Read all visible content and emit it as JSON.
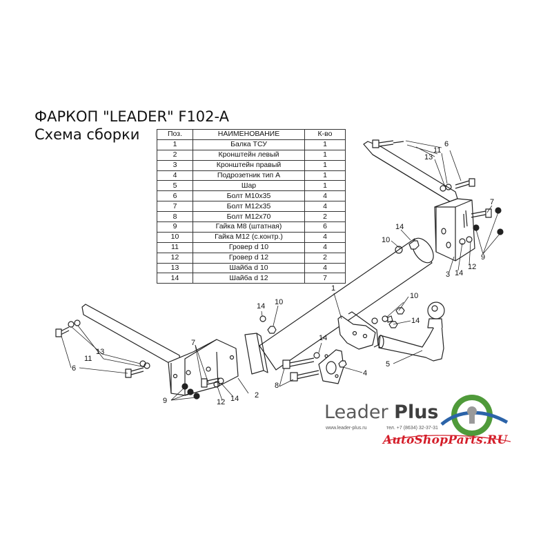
{
  "title": "ФАРКОП \"LEADER\" F102-A",
  "subtitle": "Схема сборки",
  "table": {
    "headers": [
      "Поз.",
      "НАИМЕНОВАНИЕ",
      "К-во"
    ],
    "rows": [
      [
        "1",
        "Балка ТСУ",
        "1"
      ],
      [
        "2",
        "Кронштейн левый",
        "1"
      ],
      [
        "3",
        "Кронштейн правый",
        "1"
      ],
      [
        "4",
        "Подрозетник тип А",
        "1"
      ],
      [
        "5",
        "Шар",
        "1"
      ],
      [
        "6",
        "Болт М10х35",
        "4"
      ],
      [
        "7",
        "Болт М12х35",
        "4"
      ],
      [
        "8",
        "Болт М12х70",
        "2"
      ],
      [
        "9",
        "Гайка  М8 (штатная)",
        "6"
      ],
      [
        "10",
        "Гайка М12 (с.контр.)",
        "4"
      ],
      [
        "11",
        "Гровер d 10",
        "4"
      ],
      [
        "12",
        "Гровер d 12",
        "2"
      ],
      [
        "13",
        "Шайба d 10",
        "4"
      ],
      [
        "14",
        "Шайба d 12",
        "7"
      ]
    ]
  },
  "callouts": [
    {
      "id": "c-6-right",
      "text": "6"
    },
    {
      "id": "c-11-right",
      "text": "11"
    },
    {
      "id": "c-13-right",
      "text": "13"
    },
    {
      "id": "c-7-right",
      "text": "7"
    },
    {
      "id": "c-14-right-top",
      "text": "14"
    },
    {
      "id": "c-10-right-top",
      "text": "10"
    },
    {
      "id": "c-3",
      "text": "3"
    },
    {
      "id": "c-14-right",
      "text": "14"
    },
    {
      "id": "c-12-right",
      "text": "12"
    },
    {
      "id": "c-9-right",
      "text": "9"
    },
    {
      "id": "c-1",
      "text": "1"
    },
    {
      "id": "c-14-mid",
      "text": "14"
    },
    {
      "id": "c-10-mid",
      "text": "10"
    },
    {
      "id": "c-10-ball",
      "text": "10"
    },
    {
      "id": "c-14-ball",
      "text": "14"
    },
    {
      "id": "c-14-center",
      "text": "14"
    },
    {
      "id": "c-5",
      "text": "5"
    },
    {
      "id": "c-4",
      "text": "4"
    },
    {
      "id": "c-8",
      "text": "8"
    },
    {
      "id": "c-6-left",
      "text": "6"
    },
    {
      "id": "c-11-left",
      "text": "11"
    },
    {
      "id": "c-13-left",
      "text": "13"
    },
    {
      "id": "c-7-left",
      "text": "7"
    },
    {
      "id": "c-9-left",
      "text": "9"
    },
    {
      "id": "c-12-left",
      "text": "12"
    },
    {
      "id": "c-14-left",
      "text": "14"
    },
    {
      "id": "c-2",
      "text": "2"
    }
  ],
  "brand": {
    "name_light": "Leader ",
    "name_bold": "Plus",
    "url": "www.leader-plus.ru",
    "phone": "тел. +7 (8634) 32-37-31"
  },
  "watermark": "AutoShopParts.RU",
  "colors": {
    "line": "#222222",
    "brand_green": "#4f9a3a",
    "brand_blue": "#2b63a8",
    "watermark_red": "#d41e2a"
  }
}
